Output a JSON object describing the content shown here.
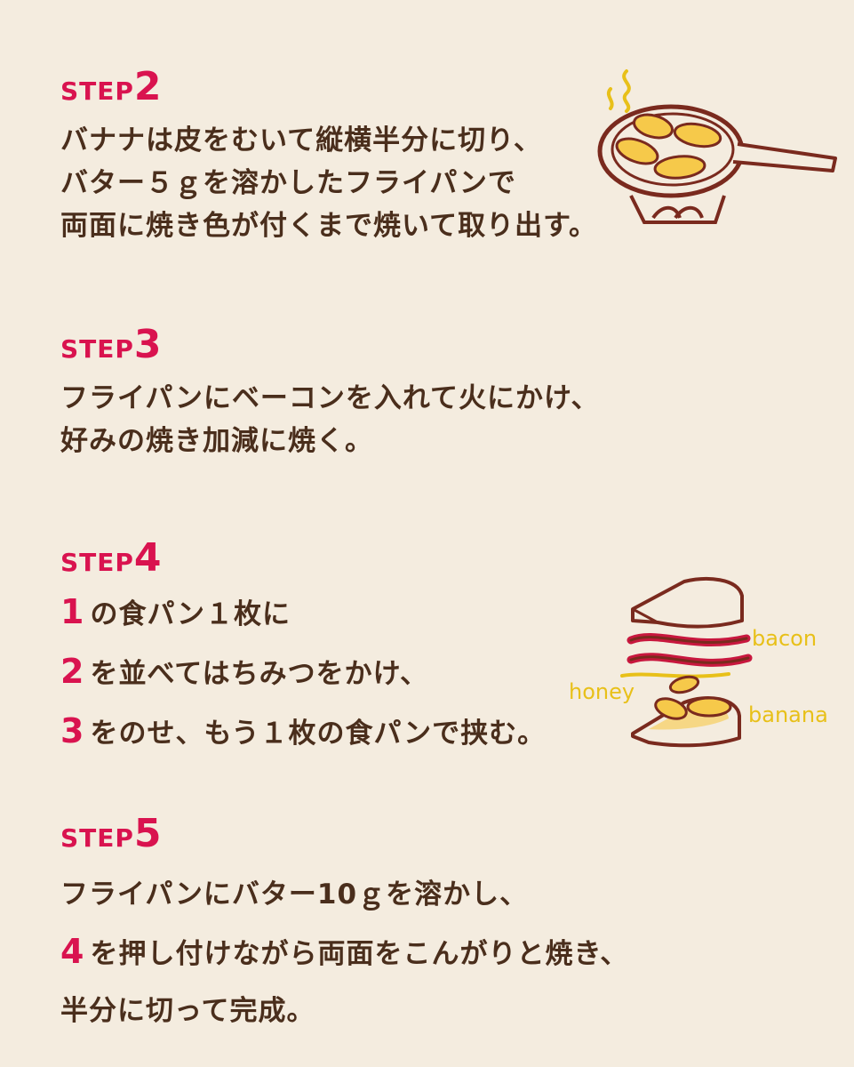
{
  "step2": {
    "word": "STEP",
    "num": "2",
    "lines": [
      "バナナは皮をむいて縦横半分に切り、",
      "バター５ｇを溶かしたフライパンで",
      "両面に焼き色が付くまで焼いて取り出す。"
    ]
  },
  "step3": {
    "word": "STEP",
    "num": "3",
    "lines": [
      "フライパンにベーコンを入れて火にかけ、",
      "好みの焼き加減に焼く。"
    ]
  },
  "step4": {
    "word": "STEP",
    "num": "4",
    "lines": [
      {
        "ref": "1",
        "text": "の食パン１枚に"
      },
      {
        "ref": "2",
        "text": "を並べてはちみつをかけ、"
      },
      {
        "ref": "3",
        "text": "をのせ、もう１枚の食パンで挟む。"
      }
    ]
  },
  "step5": {
    "word": "STEP",
    "num": "5",
    "line1": "フライパンにバター10ｇを溶かし、",
    "line2_ref": "4",
    "line2_text": "を押し付けながら両面をこんがりと焼き、",
    "line3": "半分に切って完成。"
  },
  "illustration_labels": {
    "bacon": "bacon",
    "honey": "honey",
    "banana": "banana"
  },
  "colors": {
    "accent": "#d9134f",
    "text": "#4a2e1c",
    "background": "#f4ecdf",
    "illustration_line": "#7a2a1e",
    "banana_fill": "#f6c94a"
  }
}
